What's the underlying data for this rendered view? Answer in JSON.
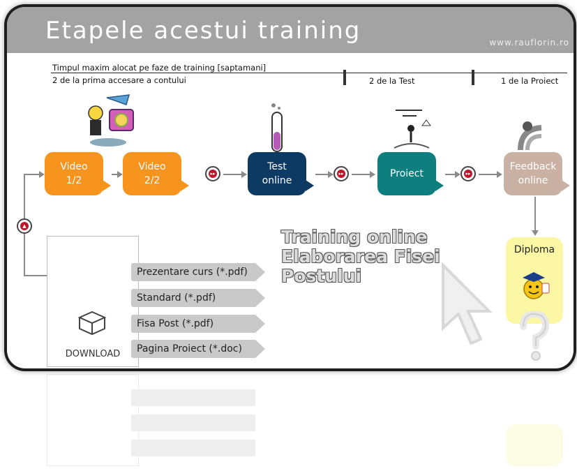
{
  "header": {
    "title": "Etapele acestui training",
    "url": "www.rauflorin.ro"
  },
  "timeline": {
    "caption": "Timpul maxim alocat pe faze de training [saptamani]",
    "phase1": "2 de la prima accesare a contului",
    "phase2": "2 de la Test",
    "phase3": "1 de la Proiect"
  },
  "steps": [
    {
      "line1": "Video",
      "line2": "1/2",
      "color": "#f7941d"
    },
    {
      "line1": "Video",
      "line2": "2/2",
      "color": "#f7941d"
    },
    {
      "line1": "Test",
      "line2": "online",
      "color": "#0d3a63"
    },
    {
      "line1": "Proiect",
      "line2": "",
      "color": "#0e7e7e"
    },
    {
      "line1": "Feedback",
      "line2": "online",
      "color": "#c9b2a3"
    }
  ],
  "download": {
    "label": "DOWNLOAD",
    "files": [
      "Prezentare curs (*.pdf)",
      "Standard (*.pdf)",
      "Fisa Post (*.pdf)",
      "Pagina Proiect (*.doc)"
    ]
  },
  "overlay": {
    "line1": "Training online",
    "line2": "Elaborarea Fisei",
    "line3": "Postului"
  },
  "diploma": {
    "label": "Diploma"
  }
}
